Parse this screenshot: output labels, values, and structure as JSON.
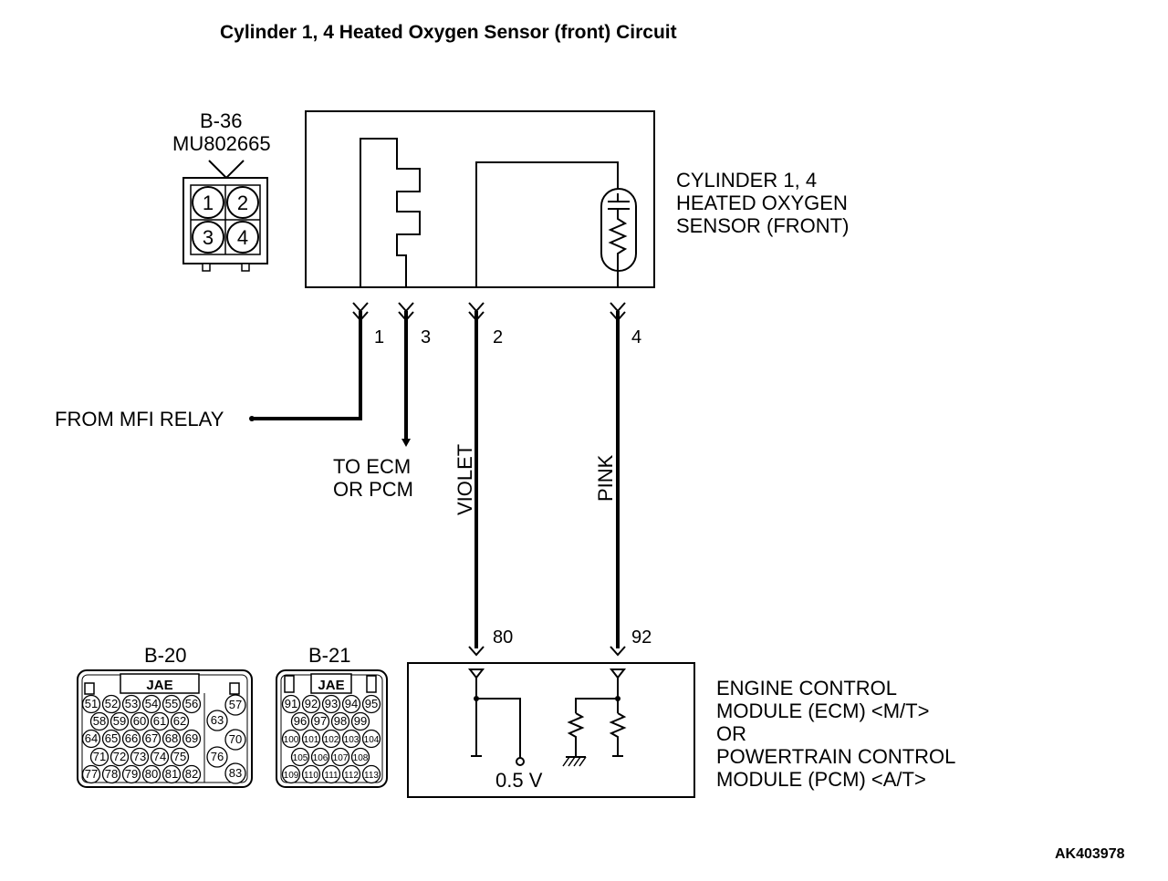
{
  "title": "Cylinder 1, 4 Heated Oxygen Sensor (front) Circuit",
  "sensor_connector": {
    "id": "B-36",
    "part": "MU802665",
    "pins": [
      "1",
      "2",
      "3",
      "4"
    ]
  },
  "sensor_label": [
    "CYLINDER 1, 4",
    "HEATED OXYGEN",
    "SENSOR (FRONT)"
  ],
  "wires": {
    "pin1": "1",
    "pin3": "3",
    "pin2": "2",
    "pin4": "4",
    "violet": "VIOLET",
    "pink": "PINK",
    "ecm_pin_violet": "80",
    "ecm_pin_pink": "92"
  },
  "from_relay": "FROM MFI RELAY",
  "to_ecm": [
    "TO ECM",
    "OR PCM"
  ],
  "voltage": "0.5 V",
  "ecm_label": [
    "ENGINE CONTROL",
    "MODULE (ECM) <M/T>",
    "OR",
    "POWERTRAIN CONTROL",
    "MODULE (PCM) <A/T>"
  ],
  "conn_b20": {
    "id": "B-20",
    "brand": "JAE",
    "row1": [
      "51",
      "52",
      "53",
      "54",
      "55",
      "56"
    ],
    "row2": [
      "58",
      "59",
      "60",
      "61",
      "62"
    ],
    "row3": [
      "64",
      "65",
      "66",
      "67",
      "68",
      "69"
    ],
    "row4": [
      "71",
      "72",
      "73",
      "74",
      "75"
    ],
    "row5": [
      "77",
      "78",
      "79",
      "80",
      "81",
      "82"
    ],
    "right": [
      "57",
      "63",
      "70",
      "76",
      "83"
    ]
  },
  "conn_b21": {
    "id": "B-21",
    "brand": "JAE",
    "row1": [
      "91",
      "92",
      "93",
      "94",
      "95"
    ],
    "row2": [
      "96",
      "97",
      "98",
      "99"
    ],
    "row3": [
      "100",
      "101",
      "102",
      "103",
      "104"
    ],
    "row4": [
      "105",
      "106",
      "107",
      "108"
    ],
    "row5": [
      "109",
      "110",
      "111",
      "112",
      "113"
    ]
  },
  "figure_ref": "AK403978"
}
